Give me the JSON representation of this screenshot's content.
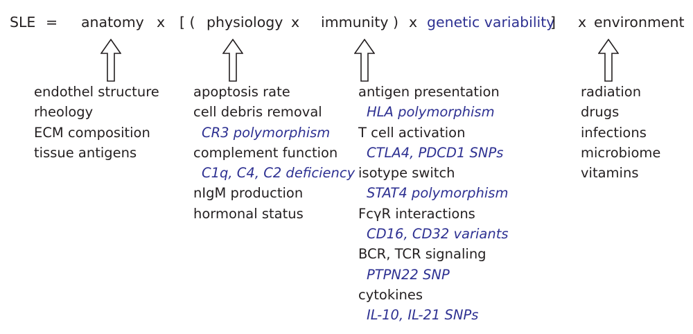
{
  "equation": {
    "lhs": "SLE",
    "equals": "=",
    "anatomy": "anatomy",
    "x1": "x",
    "bracket_open": "[ (",
    "physiology": "physiology",
    "x2": "x",
    "immunity": "immunity",
    "paren_close": ")",
    "x3": "x",
    "genetic": "genetic variability",
    "bracket_close": "]",
    "x4": "x",
    "environment": "environment"
  },
  "colors": {
    "text": "#231f20",
    "accent": "#2e3192"
  },
  "columns": {
    "anatomy": [
      {
        "text": "endothel structure",
        "italic": false
      },
      {
        "text": "rheology",
        "italic": false
      },
      {
        "text": "ECM composition",
        "italic": false
      },
      {
        "text": "tissue antigens",
        "italic": false
      }
    ],
    "physiology": [
      {
        "text": "apoptosis rate",
        "italic": false
      },
      {
        "text": "cell debris removal",
        "italic": false
      },
      {
        "text": "CR3 polymorphism",
        "italic": true
      },
      {
        "text": "complement function",
        "italic": false
      },
      {
        "text": "C1q, C4, C2 deficiency",
        "italic": true
      },
      {
        "text": "nIgM production",
        "italic": false
      },
      {
        "text": "hormonal status",
        "italic": false
      }
    ],
    "immunity": [
      {
        "text": "antigen presentation",
        "italic": false
      },
      {
        "text": "HLA polymorphism",
        "italic": true
      },
      {
        "text": "T cell activation",
        "italic": false
      },
      {
        "text": "CTLA4, PDCD1 SNPs",
        "italic": true
      },
      {
        "text": "isotype switch",
        "italic": false
      },
      {
        "text": "STAT4 polymorphism",
        "italic": true
      },
      {
        "text": "FcγR interactions",
        "italic": false
      },
      {
        "text": "CD16, CD32 variants",
        "italic": true
      },
      {
        "text": "BCR, TCR signaling",
        "italic": false
      },
      {
        "text": "PTPN22 SNP",
        "italic": true
      },
      {
        "text": "cytokines",
        "italic": false
      },
      {
        "text": "IL-10, IL-21 SNPs",
        "italic": true
      }
    ],
    "environment": [
      {
        "text": "radiation",
        "italic": false
      },
      {
        "text": "drugs",
        "italic": false
      },
      {
        "text": "infections",
        "italic": false
      },
      {
        "text": "microbiome",
        "italic": false
      },
      {
        "text": "vitamins",
        "italic": false
      }
    ]
  }
}
